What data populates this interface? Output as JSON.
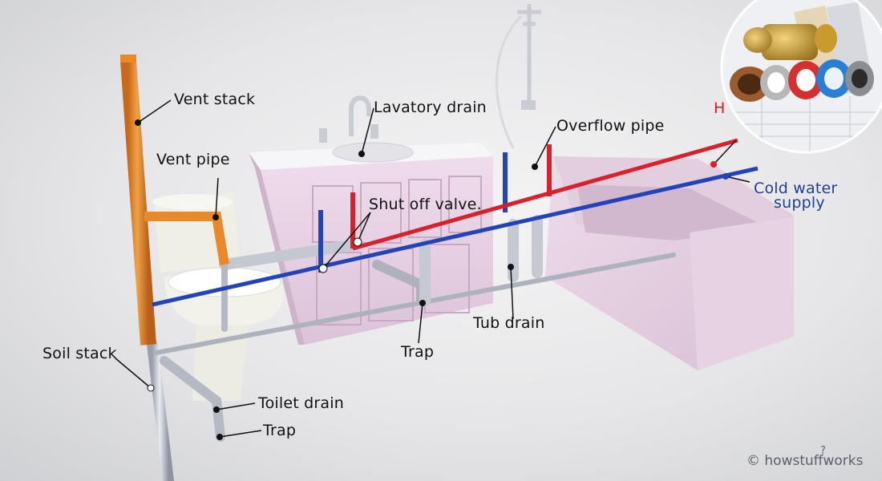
{
  "labels": {
    "vent_stack": "Vent stack",
    "vent_pipe": "Vent pipe",
    "soil_stack": "Soil stack",
    "lavatory_drain": "Lavatory drain",
    "shut_off_valve": "Shut off valve.",
    "overflow_pipe": "Overflow pipe",
    "cold_water_supply_line1": "Cold water",
    "cold_water_supply_line2": "supply",
    "hot_water_partial": "H",
    "tub_drain": "Tub drain",
    "trap_sink": "Trap",
    "toilet_drain": "Toilet drain",
    "trap_toilet": "Trap"
  },
  "credit": {
    "text": "© howstuffworks",
    "mark": "?"
  },
  "colors": {
    "vent": "#e88a2a",
    "cold": "#2343b8",
    "hot": "#d8212b",
    "drain": "#b8bcc8",
    "fixture": "#e9d5e6",
    "label": "#111111",
    "cold_label": "#1e3f9a"
  }
}
